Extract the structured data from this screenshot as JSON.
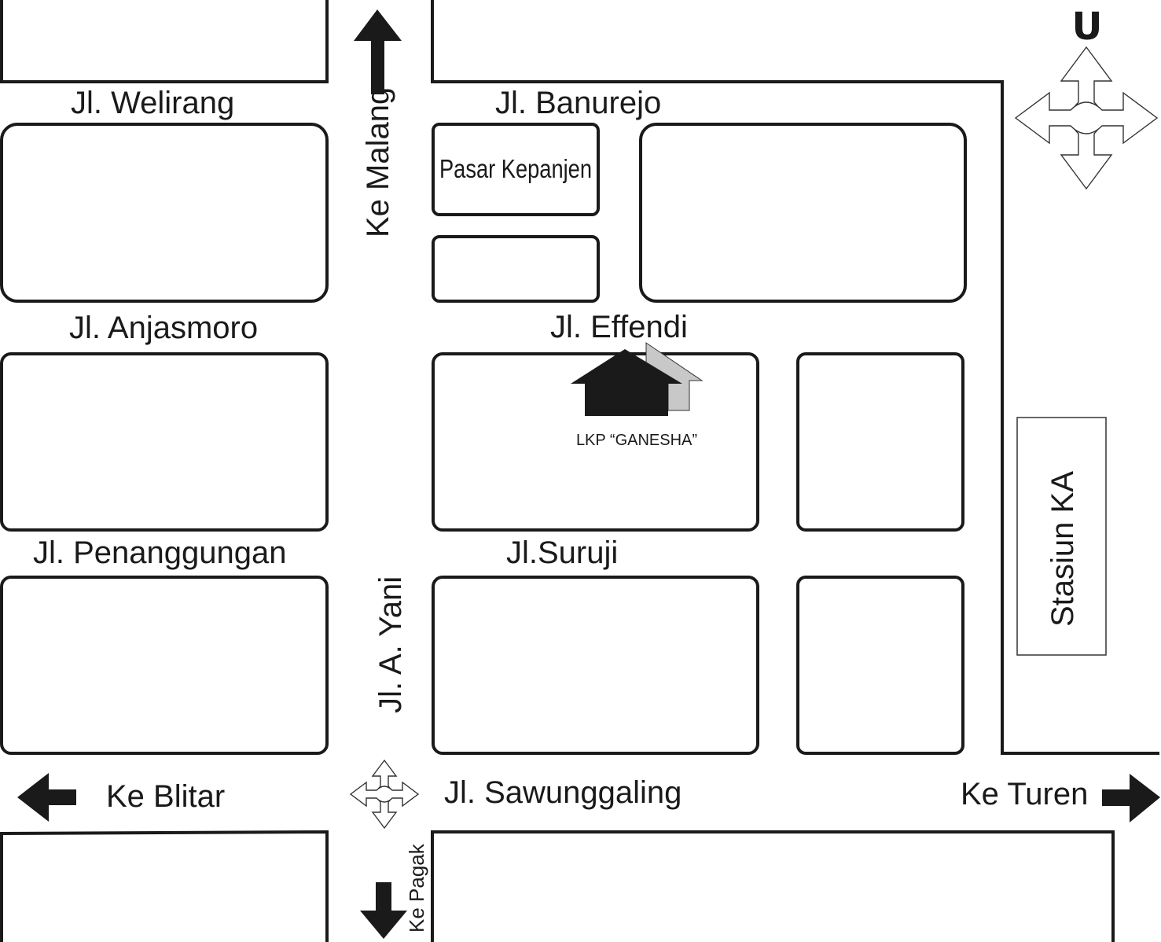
{
  "streets": {
    "welirang": "Jl. Welirang",
    "banurejo": "Jl. Banurejo",
    "anjasmoro": "Jl. Anjasmoro",
    "effendi": "Jl. Effendi",
    "penanggungan": "Jl. Penanggungan",
    "suruji": "Jl.Suruji",
    "a_yani": "Jl. A. Yani",
    "sawunggaling": "Jl. Sawunggaling"
  },
  "directions": {
    "malang": "Ke Malang",
    "blitar": "Ke Blitar",
    "turen": "Ke Turen",
    "pagak": "Ke Pagak"
  },
  "landmarks": {
    "pasar": "Pasar Kepanjen",
    "lkp": "LKP “GANESHA”",
    "stasiun": "Stasiun KA"
  },
  "compass": {
    "north_label": "U"
  },
  "colors": {
    "ink": "#1a1a1a",
    "house_shadow": "#c8c8c8",
    "background": "#ffffff"
  }
}
